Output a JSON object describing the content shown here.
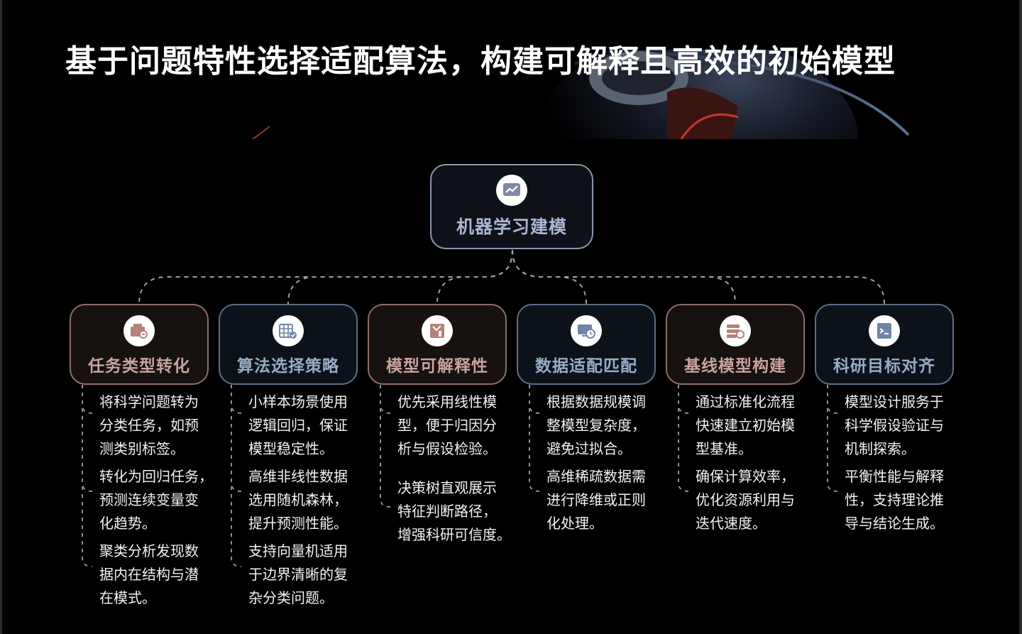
{
  "title": "基于问题特性选择适配算法，构建可解释且高效的初始模型",
  "root": {
    "label": "机器学习建模",
    "icon": "chart-line-icon"
  },
  "branches": [
    {
      "label": "任务类型转化",
      "icon": "transform-icon",
      "tone": "warm",
      "items": [
        [
          "将科学问题转为",
          "分类任务，如预",
          "测类别标签。"
        ],
        [
          "转化为回归任务，",
          "预测连续变量变",
          "化趋势。"
        ],
        [
          "聚类分析发现数",
          "据内在结构与潜",
          "在模式。"
        ]
      ]
    },
    {
      "label": "算法选择策略",
      "icon": "grid-check-icon",
      "tone": "cool",
      "items": [
        [
          "小样本场景使用",
          "逻辑回归，保证",
          "模型稳定性。"
        ],
        [
          "高维非线性数据",
          "选用随机森林，",
          "提升预测性能。"
        ],
        [
          "支持向量机适用",
          "于边界清晰的复",
          "杂分类问题。"
        ]
      ]
    },
    {
      "label": "模型可解释性",
      "icon": "document-chart-icon",
      "tone": "warm",
      "items": [
        [
          "优先采用线性模",
          "型，便于归因分",
          "析与假设检验。"
        ],
        [
          "决策树直观展示",
          "特征判断路径，",
          "增强科研可信度。"
        ]
      ]
    },
    {
      "label": "数据适配匹配",
      "icon": "monitor-clock-icon",
      "tone": "cool",
      "items": [
        [
          "根据数据规模调",
          "整模型复杂度，",
          "避免过拟合。"
        ],
        [
          "高维稀疏数据需",
          "进行降维或正则",
          "化处理。"
        ]
      ]
    },
    {
      "label": "基线模型构建",
      "icon": "stack-icon",
      "tone": "warm",
      "items": [
        [
          "通过标准化流程",
          "快速建立初始模",
          "型基准。"
        ],
        [
          "确保计算效率，",
          "优化资源利用与",
          "迭代速度。"
        ]
      ]
    },
    {
      "label": "科研目标对齐",
      "icon": "terminal-icon",
      "tone": "cool",
      "items": [
        [
          "模型设计服务于",
          "科学假设验证与",
          "机制探索。"
        ],
        [
          "平衡性能与解释",
          "性，支持理论推",
          "导与结论生成。"
        ]
      ]
    }
  ],
  "colors": {
    "connector": "#9aa0b2",
    "warm_border": "#8d6f67",
    "cool_border": "#5c6f88",
    "root_label": "#aab6d0",
    "accent_red": "#c0392b"
  }
}
